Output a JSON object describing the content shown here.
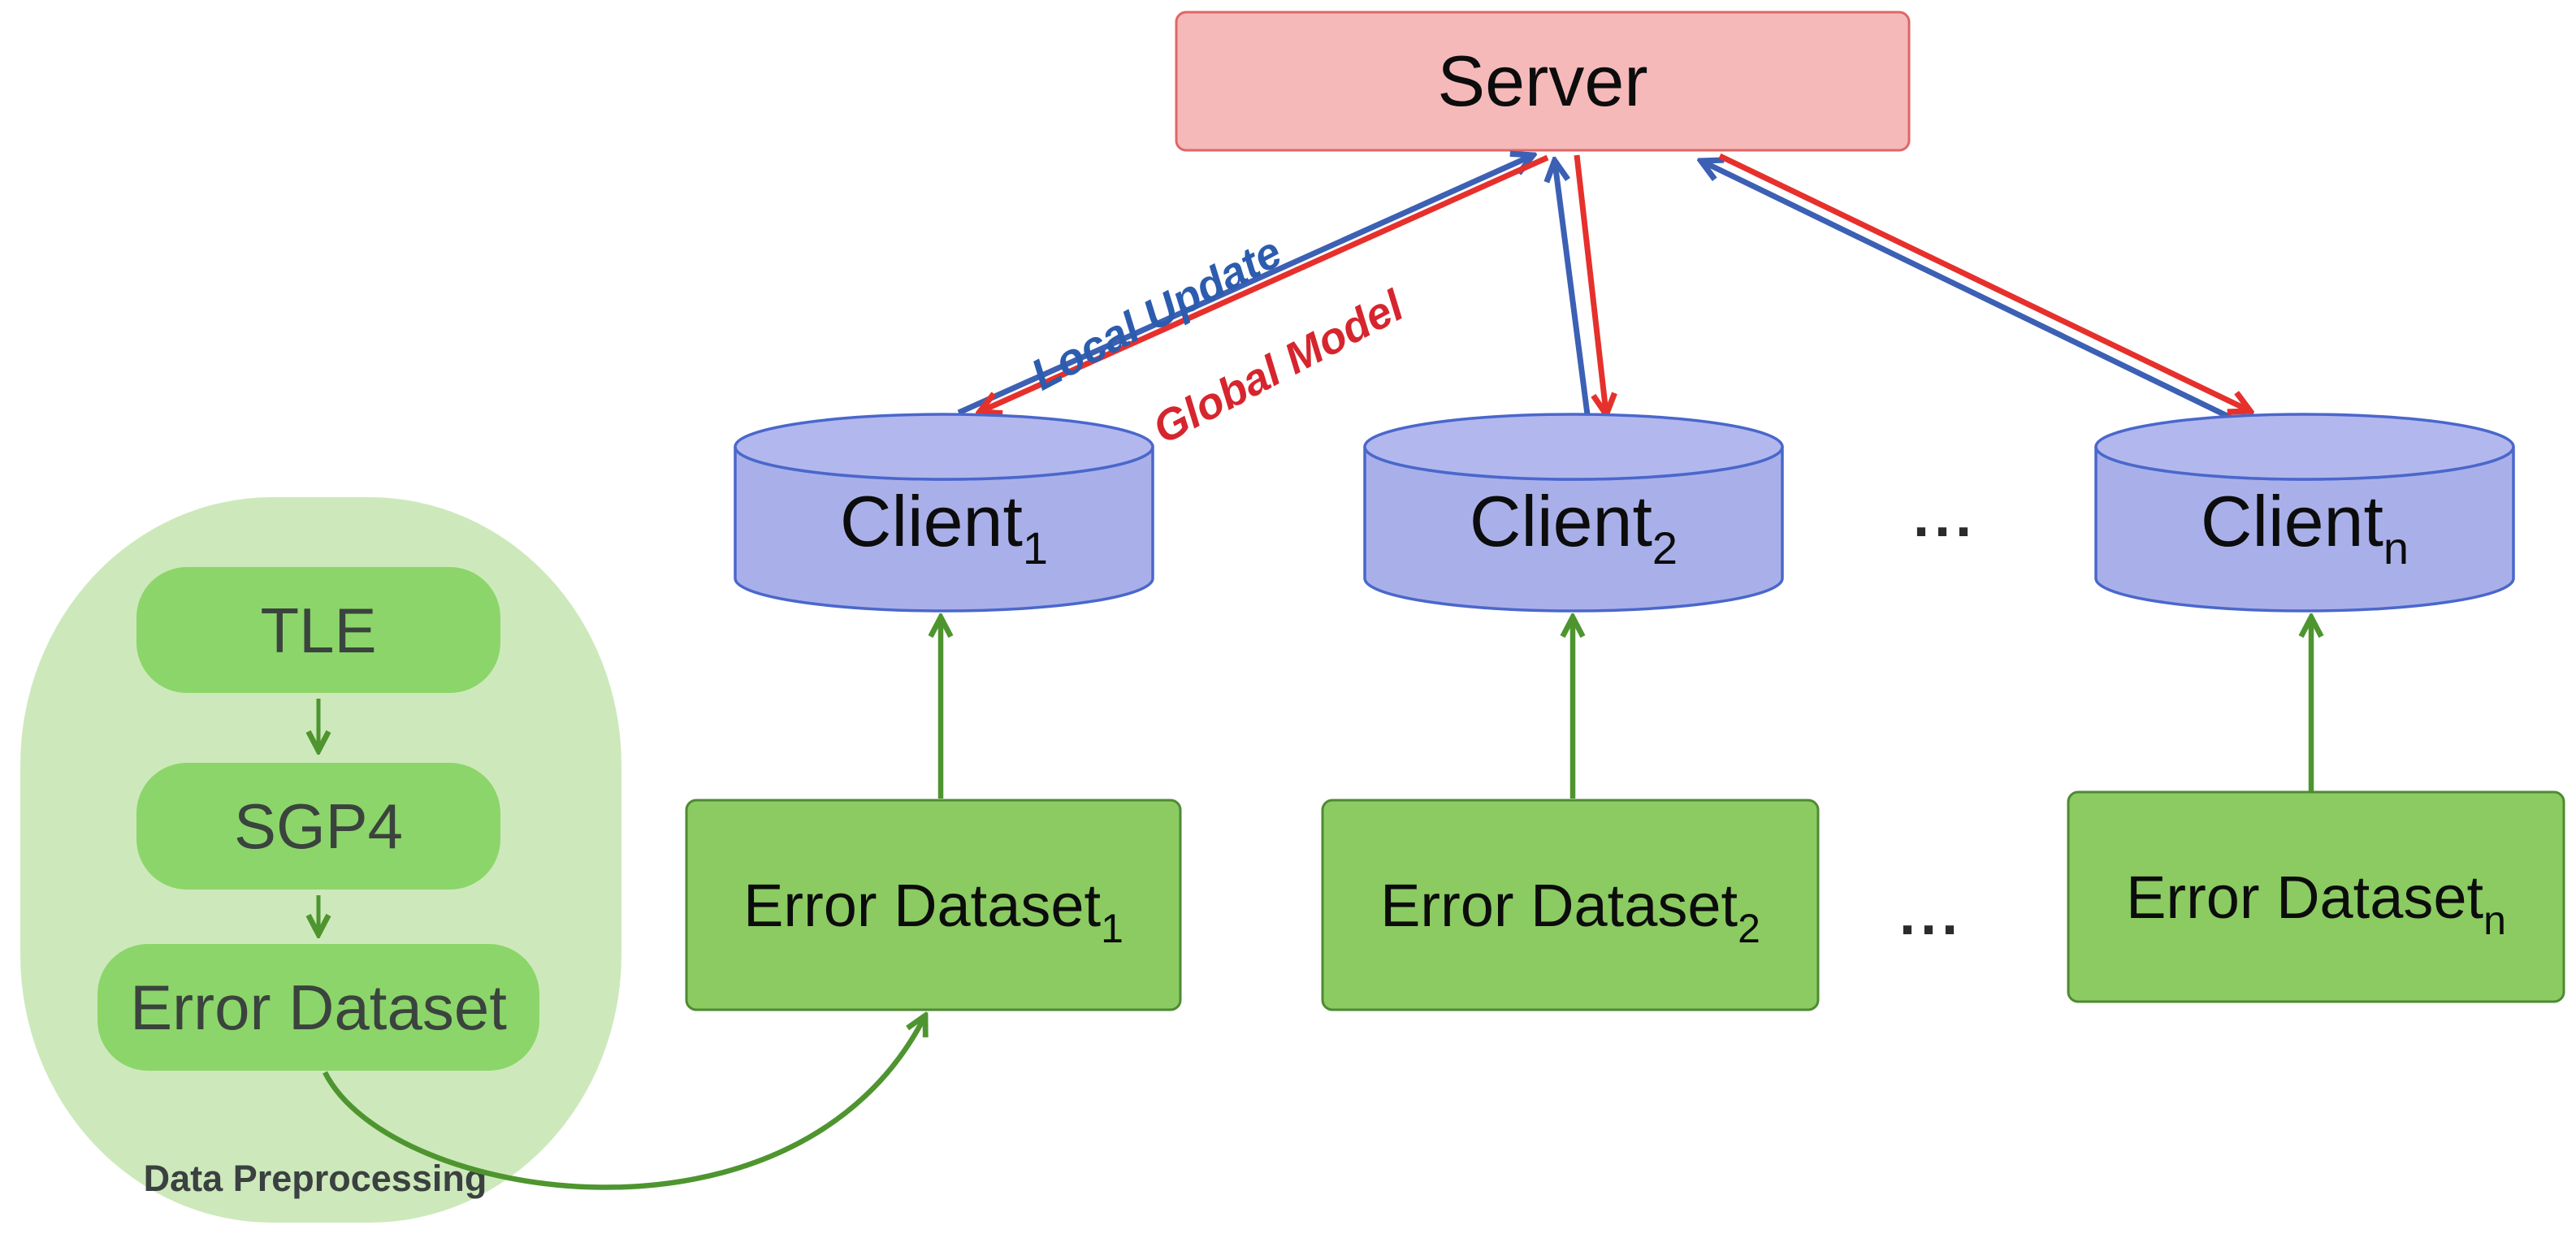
{
  "server": {
    "label": "Server"
  },
  "edges": {
    "local_update": "Local Update",
    "global_model": "Global Model"
  },
  "clients": [
    {
      "name": "Client",
      "sub": "1"
    },
    {
      "name": "Client",
      "sub": "2"
    },
    {
      "name": "Client",
      "sub": "n"
    }
  ],
  "clients_ellipsis": "...",
  "datasets": [
    {
      "name": "Error Dataset",
      "sub": "1"
    },
    {
      "name": "Error Dataset",
      "sub": "2"
    },
    {
      "name": "Error Dataset",
      "sub": "n"
    }
  ],
  "datasets_ellipsis": "...",
  "preprocessing": {
    "steps": [
      "TLE",
      "SGP4",
      "Error Dataset"
    ],
    "caption": "Data Preprocessing"
  },
  "colors": {
    "server-fill": "#f5b9ba",
    "server-stroke": "#e06666",
    "client-fill": "#a9b0e9",
    "client-top-fill": "#b2b8ee",
    "client-stroke": "#4a67cb",
    "dataset-fill": "#8bcb62",
    "dataset-stroke": "#4e8a33",
    "blob-fill": "#cde9bb",
    "step-fill": "#8cd56a",
    "step-text": "#3a433d",
    "caption-text": "#3b4040",
    "green-arrow": "#4e9530",
    "blue-arrow": "#3c60b4",
    "red-arrow": "#e6302c",
    "label-blue": "#2c5cae",
    "label-red": "#d6252e"
  }
}
